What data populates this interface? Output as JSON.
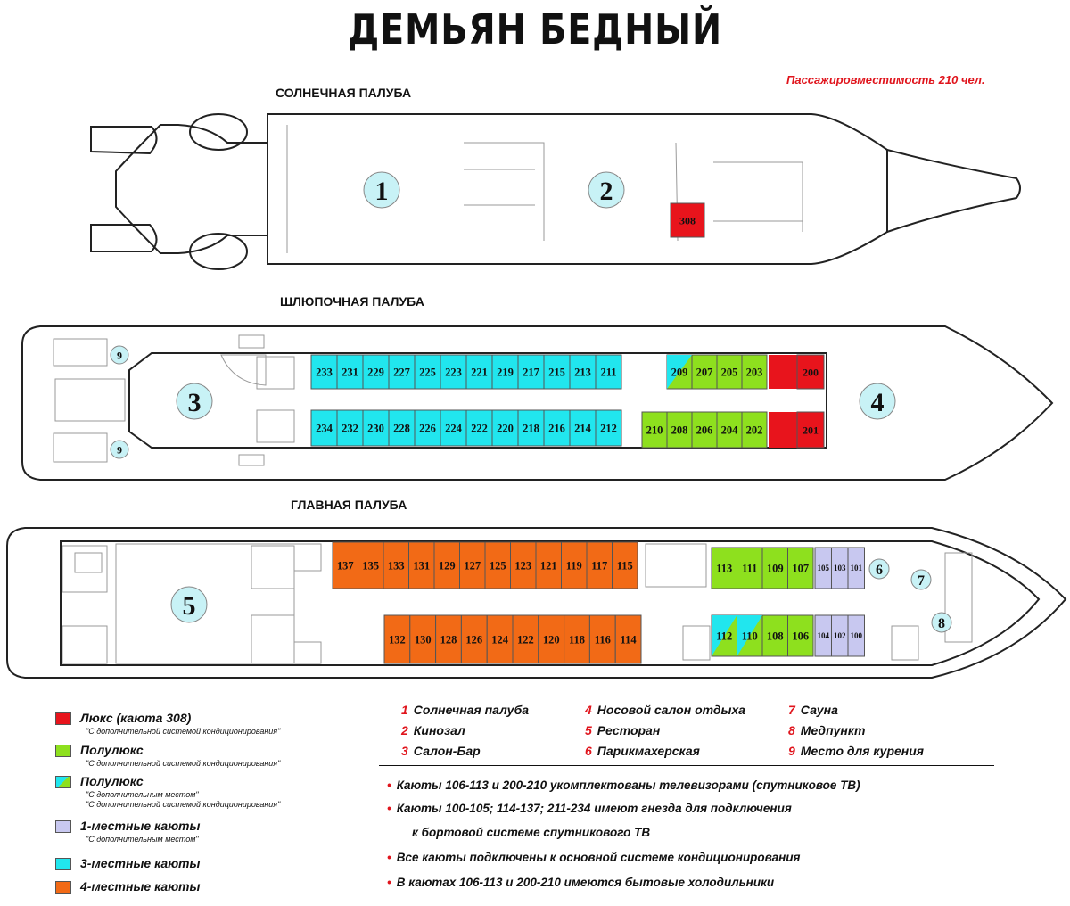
{
  "title": "ДЕМЬЯН БЕДНЫЙ",
  "capacity": "Пассажировместимость 210 чел.",
  "colors": {
    "lux": "#e8141c",
    "semilux": "#8ee01e",
    "triple": "#21e6ee",
    "quad": "#f26a16",
    "single": "#c8c8f0",
    "marker_fill": "#c8f2f6"
  },
  "decks": {
    "sun": {
      "label": "СОЛНЕЧНАЯ ПАЛУБА",
      "markers": [
        "1",
        "2"
      ],
      "cabins": [
        "308"
      ]
    },
    "boat": {
      "label": "ШЛЮПОЧНАЯ ПАЛУБА",
      "markers": [
        "3",
        "4",
        "9",
        "9"
      ],
      "top_triple": [
        "233",
        "231",
        "229",
        "227",
        "225",
        "223",
        "221",
        "219",
        "217",
        "215",
        "213",
        "211"
      ],
      "bottom_triple": [
        "234",
        "232",
        "230",
        "228",
        "226",
        "224",
        "222",
        "220",
        "218",
        "216",
        "214",
        "212"
      ],
      "top_semi": [
        "209",
        "207",
        "205",
        "203"
      ],
      "bottom_semi": [
        "210",
        "208",
        "206",
        "204",
        "202"
      ],
      "lux": [
        "200",
        "201"
      ]
    },
    "main": {
      "label": "ГЛАВНАЯ ПАЛУБА",
      "markers": [
        "5",
        "6",
        "7",
        "8"
      ],
      "top_quad": [
        "137",
        "135",
        "133",
        "131",
        "129",
        "127",
        "125",
        "123",
        "121",
        "119",
        "117",
        "115"
      ],
      "bottom_quad": [
        "132",
        "130",
        "128",
        "126",
        "124",
        "122",
        "120",
        "118",
        "116",
        "114"
      ],
      "top_semi": [
        "113",
        "111",
        "109",
        "107"
      ],
      "bottom_semi": [
        "112",
        "110",
        "108",
        "106"
      ],
      "top_single": [
        "105",
        "103",
        "101"
      ],
      "bottom_single": [
        "104",
        "102",
        "100"
      ]
    }
  },
  "legend": [
    {
      "label": "Люкс (каюта 308)",
      "sub": [
        "\"С дополнительной системой кондиционирования\""
      ],
      "color": "lux"
    },
    {
      "label": "Полулюкс",
      "sub": [
        "\"С дополнительной системой кондиционирования\""
      ],
      "color": "semilux"
    },
    {
      "label": "Полулюкс",
      "sub": [
        "\"С дополнительным местом\"",
        "\"С дополнительной системой кондиционирования\""
      ],
      "color": "split"
    },
    {
      "label": "1-местные каюты",
      "sub": [
        "\"С дополнительным местом\""
      ],
      "color": "single"
    },
    {
      "label": "3-местные каюты",
      "sub": [],
      "color": "triple"
    },
    {
      "label": "4-местные каюты",
      "sub": [],
      "color": "quad"
    }
  ],
  "facilities": [
    {
      "num": "1",
      "name": "Солнечная палуба"
    },
    {
      "num": "2",
      "name": "Кинозал"
    },
    {
      "num": "3",
      "name": "Салон-Бар"
    },
    {
      "num": "4",
      "name": "Носовой салон отдыха"
    },
    {
      "num": "5",
      "name": "Ресторан"
    },
    {
      "num": "6",
      "name": "Парикмахерская"
    },
    {
      "num": "7",
      "name": "Сауна"
    },
    {
      "num": "8",
      "name": "Медпункт"
    },
    {
      "num": "9",
      "name": "Место для курения"
    }
  ],
  "notes": [
    "Каюты 106-113 и 200-210 укомплектованы телевизорами (спутниковое ТВ)",
    "Каюты 100-105; 114-137; 211-234 имеют гнезда для подключения",
    "к бортовой системе спутникового ТВ",
    "Все каюты подключены к основной системе кондиционирования",
    "В каютах 106-113 и 200-210 имеются бытовые холодильники"
  ]
}
